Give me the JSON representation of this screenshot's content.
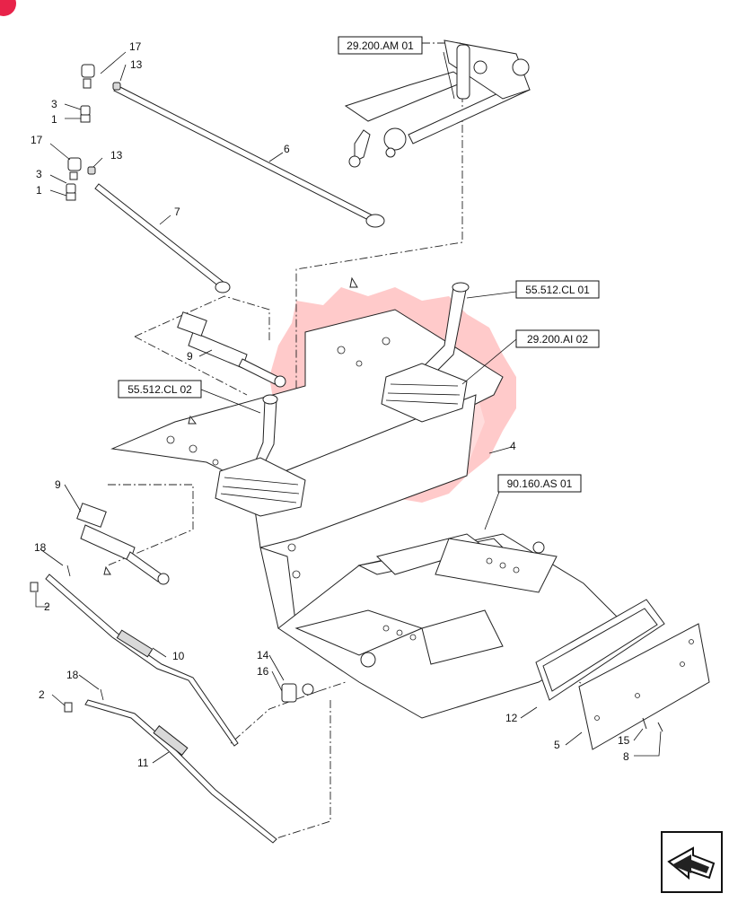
{
  "diagram": {
    "badge_color": "#e8234a",
    "watermark_color": "#ff8a8a",
    "reference_boxes": [
      {
        "id": "ref-29-200-am-01",
        "label": "29.200.AM 01"
      },
      {
        "id": "ref-55-512-cl-01",
        "label": "55.512.CL 01"
      },
      {
        "id": "ref-29-200-ai-02",
        "label": "29.200.AI 02"
      },
      {
        "id": "ref-55-512-cl-02",
        "label": "55.512.CL 02"
      },
      {
        "id": "ref-90-160-as-01",
        "label": "90.160.AS 01"
      }
    ],
    "callouts": {
      "c17a": "17",
      "c13a": "13",
      "c3a": "3",
      "c1a": "1",
      "c17b": "17",
      "c13b": "13",
      "c3b": "3",
      "c1b": "1",
      "c6": "6",
      "c7": "7",
      "c9a": "9",
      "c9b": "9",
      "c4": "4",
      "c18a": "18",
      "c2a": "2",
      "c10": "10",
      "c18b": "18",
      "c2b": "2",
      "c11": "11",
      "c14": "14",
      "c16": "16",
      "c12": "12",
      "c5": "5",
      "c15": "15",
      "c8": "8"
    },
    "nav_icon": "next-page-arrow-icon"
  }
}
